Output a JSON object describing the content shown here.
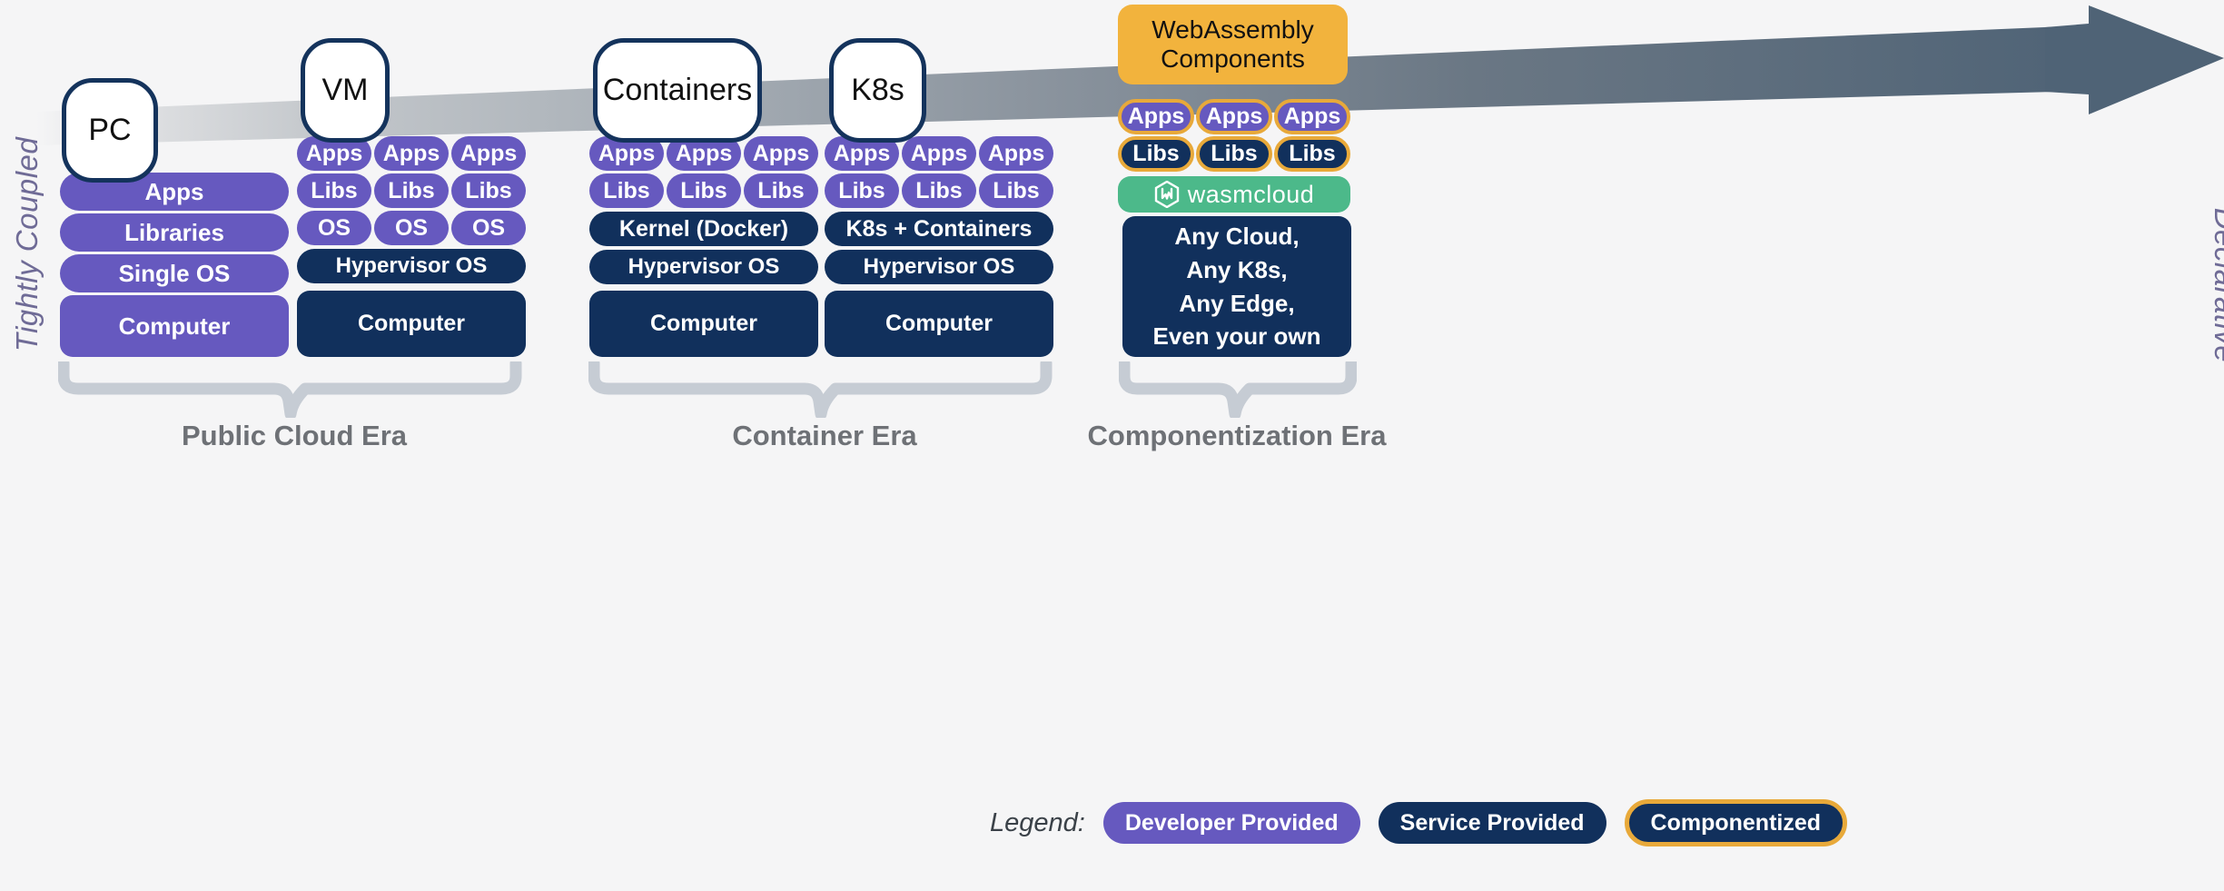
{
  "axis": {
    "left_label": "Tightly Coupled",
    "right_label": "Declarative"
  },
  "stages": {
    "pc": "PC",
    "vm": "VM",
    "containers": "Containers",
    "k8s": "K8s",
    "wasm": "WebAssembly\nComponents",
    "wasm_line1": "WebAssembly",
    "wasm_line2": "Components"
  },
  "columns": {
    "pc": {
      "rows": [
        {
          "label": "Apps",
          "kind": "dev"
        },
        {
          "label": "Libraries",
          "kind": "dev"
        },
        {
          "label": "Single OS",
          "kind": "dev"
        },
        {
          "label": "Computer",
          "kind": "dev"
        }
      ]
    },
    "vm": {
      "guest_stacks": [
        [
          "Apps",
          "Libs",
          "OS"
        ],
        [
          "Apps",
          "Libs",
          "OS"
        ],
        [
          "Apps",
          "Libs",
          "OS"
        ]
      ],
      "hypervisor": "Hypervisor OS",
      "computer": "Computer"
    },
    "docker": {
      "guest_stacks": [
        [
          "Apps",
          "Libs"
        ],
        [
          "Apps",
          "Libs"
        ],
        [
          "Apps",
          "Libs"
        ]
      ],
      "kernel": "Kernel (Docker)",
      "hypervisor": "Hypervisor OS",
      "computer": "Computer"
    },
    "k8s": {
      "guest_stacks": [
        [
          "Apps",
          "Libs"
        ],
        [
          "Apps",
          "Libs"
        ],
        [
          "Apps",
          "Libs"
        ]
      ],
      "kernel": "K8s + Containers",
      "hypervisor": "Hypervisor OS",
      "computer": "Computer"
    },
    "wasm": {
      "guest_stacks": [
        [
          "Apps",
          "Libs"
        ],
        [
          "Apps",
          "Libs"
        ],
        [
          "Apps",
          "Libs"
        ]
      ],
      "runtime": "wasmcloud",
      "platform_lines": [
        "Any Cloud,",
        "Any K8s,",
        "Any Edge,",
        "Even your own"
      ],
      "platform": "Any Cloud, Any K8s, Any Edge, Even your own"
    }
  },
  "eras": [
    {
      "label": "Public Cloud Era"
    },
    {
      "label": "Container Era"
    },
    {
      "label": "Componentization Era"
    }
  ],
  "legend": {
    "title": "Legend:",
    "items": [
      {
        "label": "Developer Provided",
        "color": "#6659bf"
      },
      {
        "label": "Service Provided",
        "color": "#11305c"
      },
      {
        "label": "Componentized",
        "color": "#11305c",
        "border": "#e8a93a"
      }
    ]
  },
  "colors": {
    "background": "#f5f5f6",
    "developer_provided": "#6659bf",
    "service_provided": "#11305c",
    "componentized_border": "#e8a93a",
    "wasm_callout": "#f2b33d",
    "wasmcloud_green": "#4cb98a",
    "arrow": "#4f6376",
    "brace": "#c6ccd4",
    "era_text": "#6e7176",
    "axis_text": "#6f6b96",
    "node_border": "#14335c"
  },
  "icons": {
    "wasmcloud": "wasmcloud-hexagon-logo",
    "arrow": "progression-arrow"
  }
}
